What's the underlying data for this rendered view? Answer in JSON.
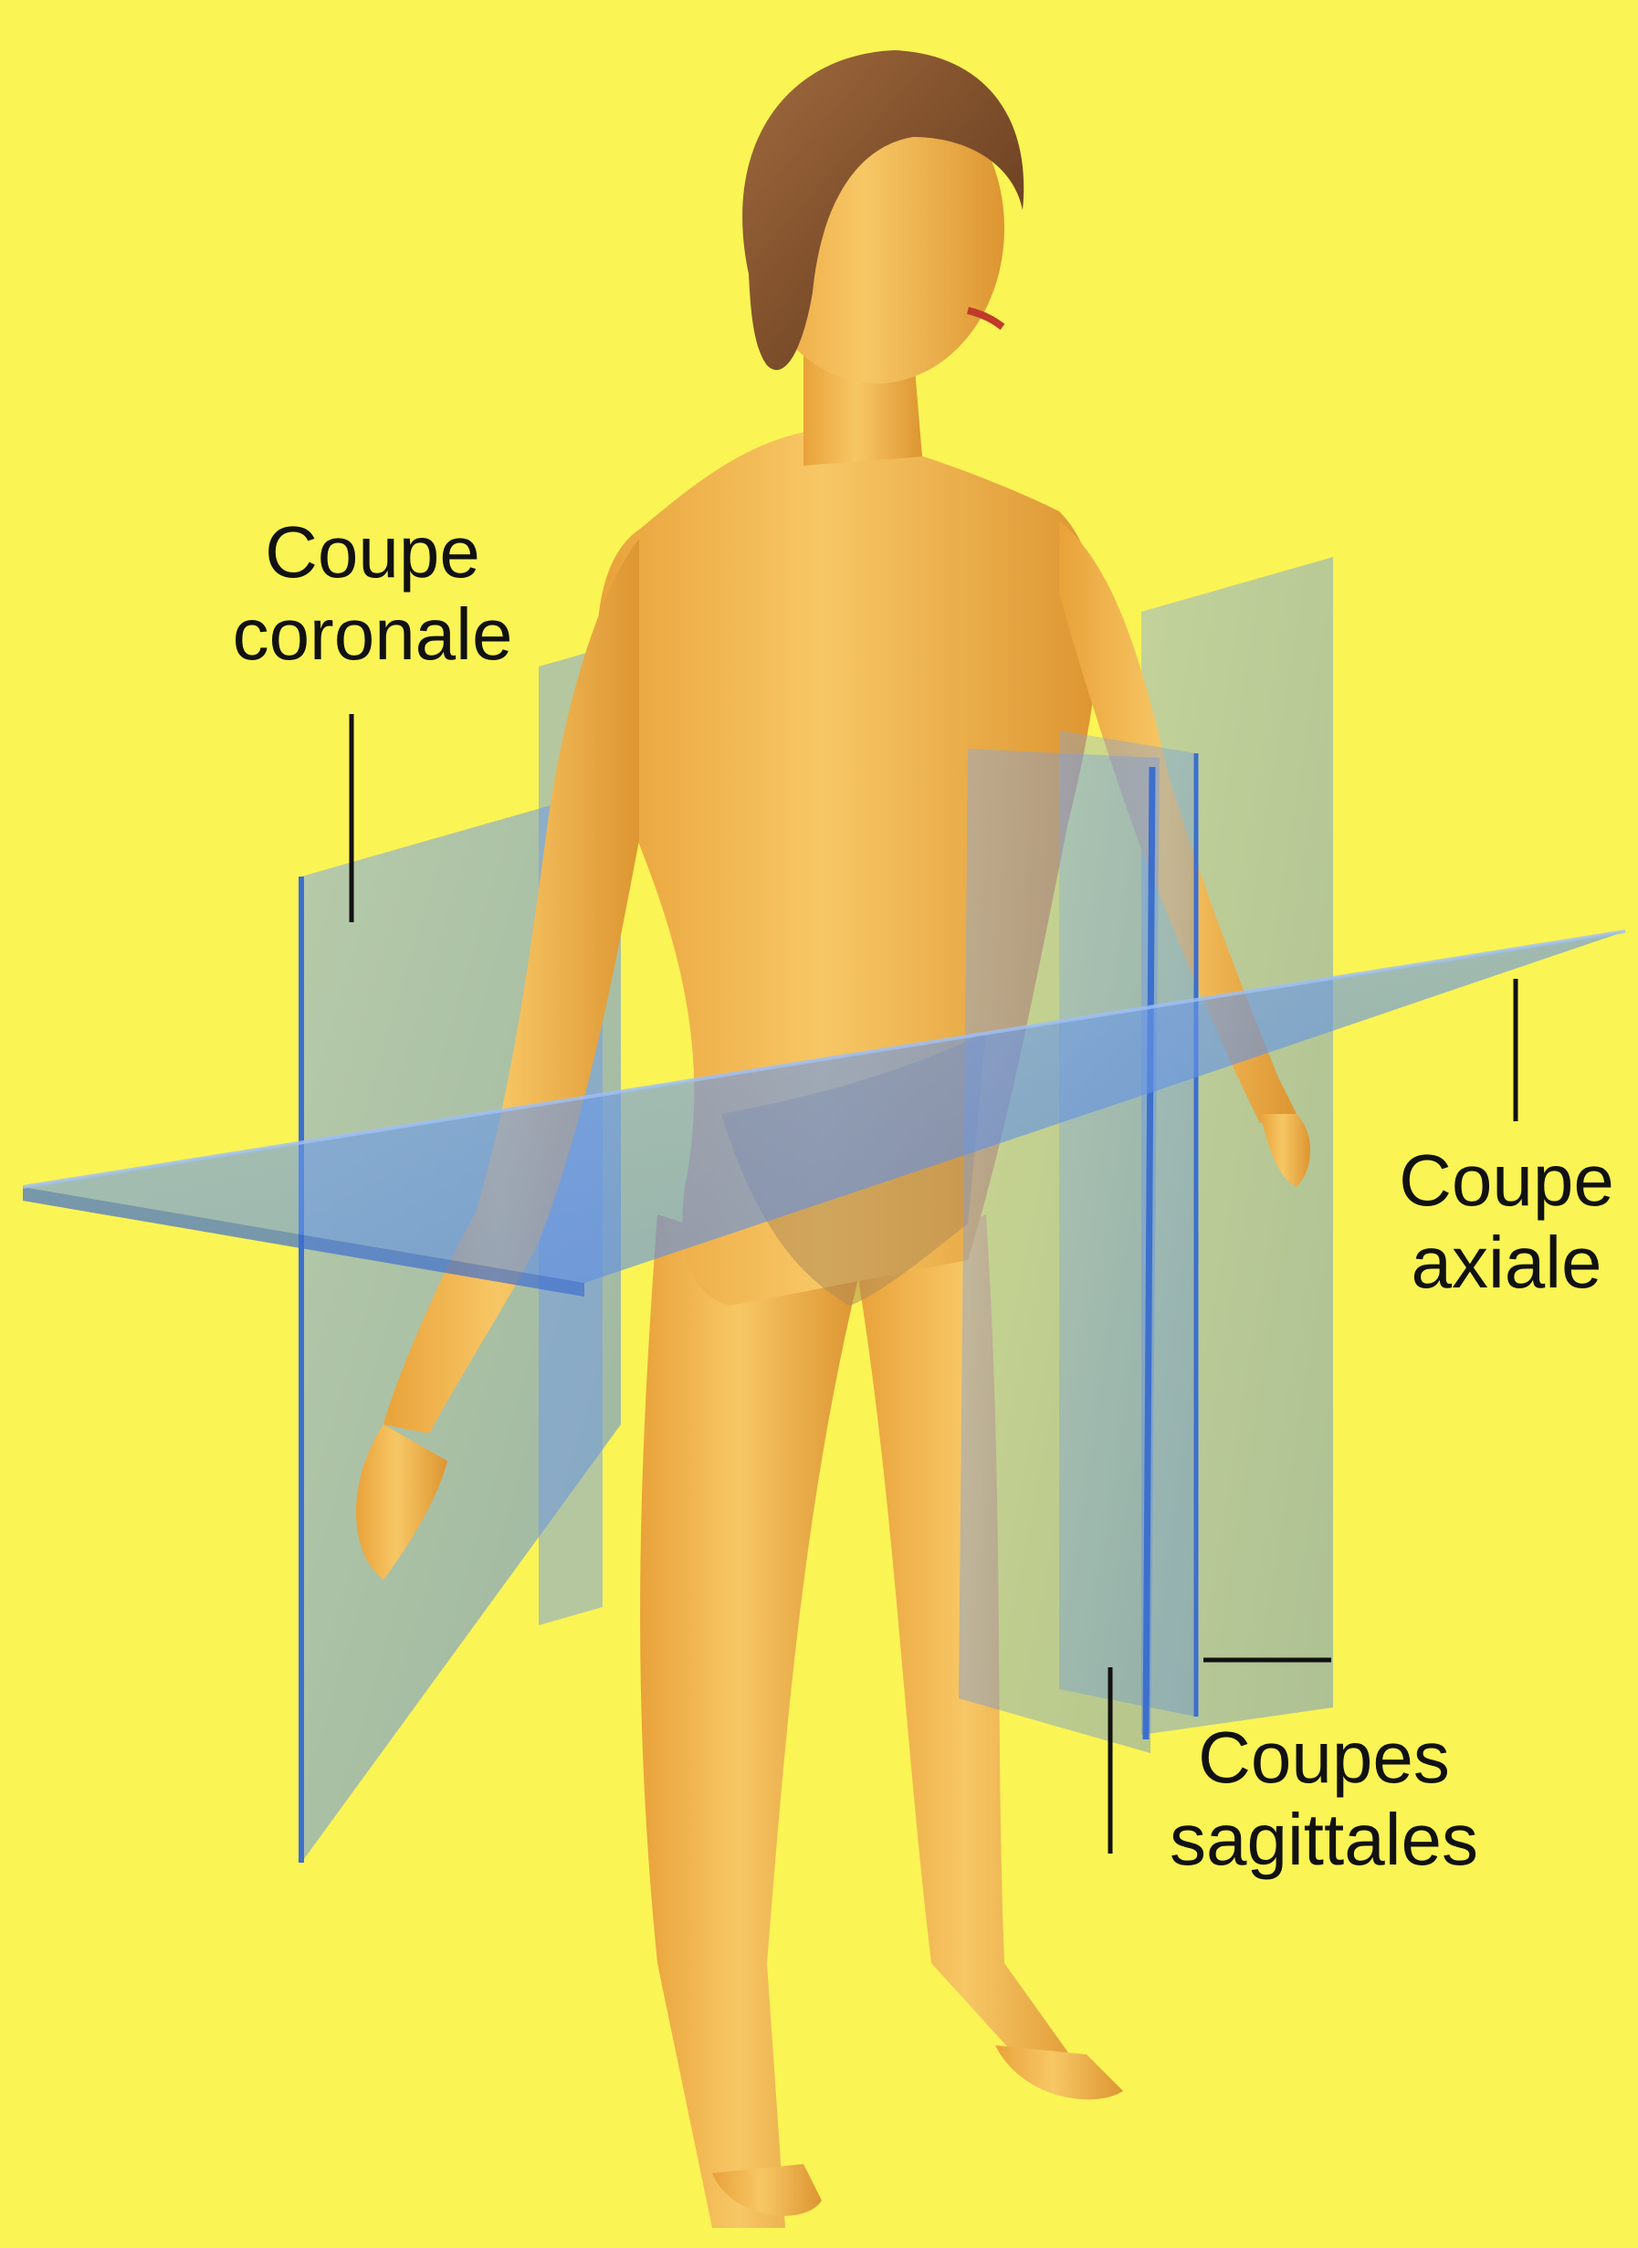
{
  "diagram": {
    "background_color": "#fbf455",
    "plane_color": "#5a8fe8",
    "skin_color": "#f2b54a",
    "hair_color": "#7a4a2a",
    "labels": {
      "coronal": {
        "line1": "Coupe",
        "line2": "coronale"
      },
      "axial": {
        "line1": "Coupe",
        "line2": "axiale"
      },
      "sagittal": {
        "line1": "Coupes",
        "line2": "sagittales"
      }
    }
  }
}
